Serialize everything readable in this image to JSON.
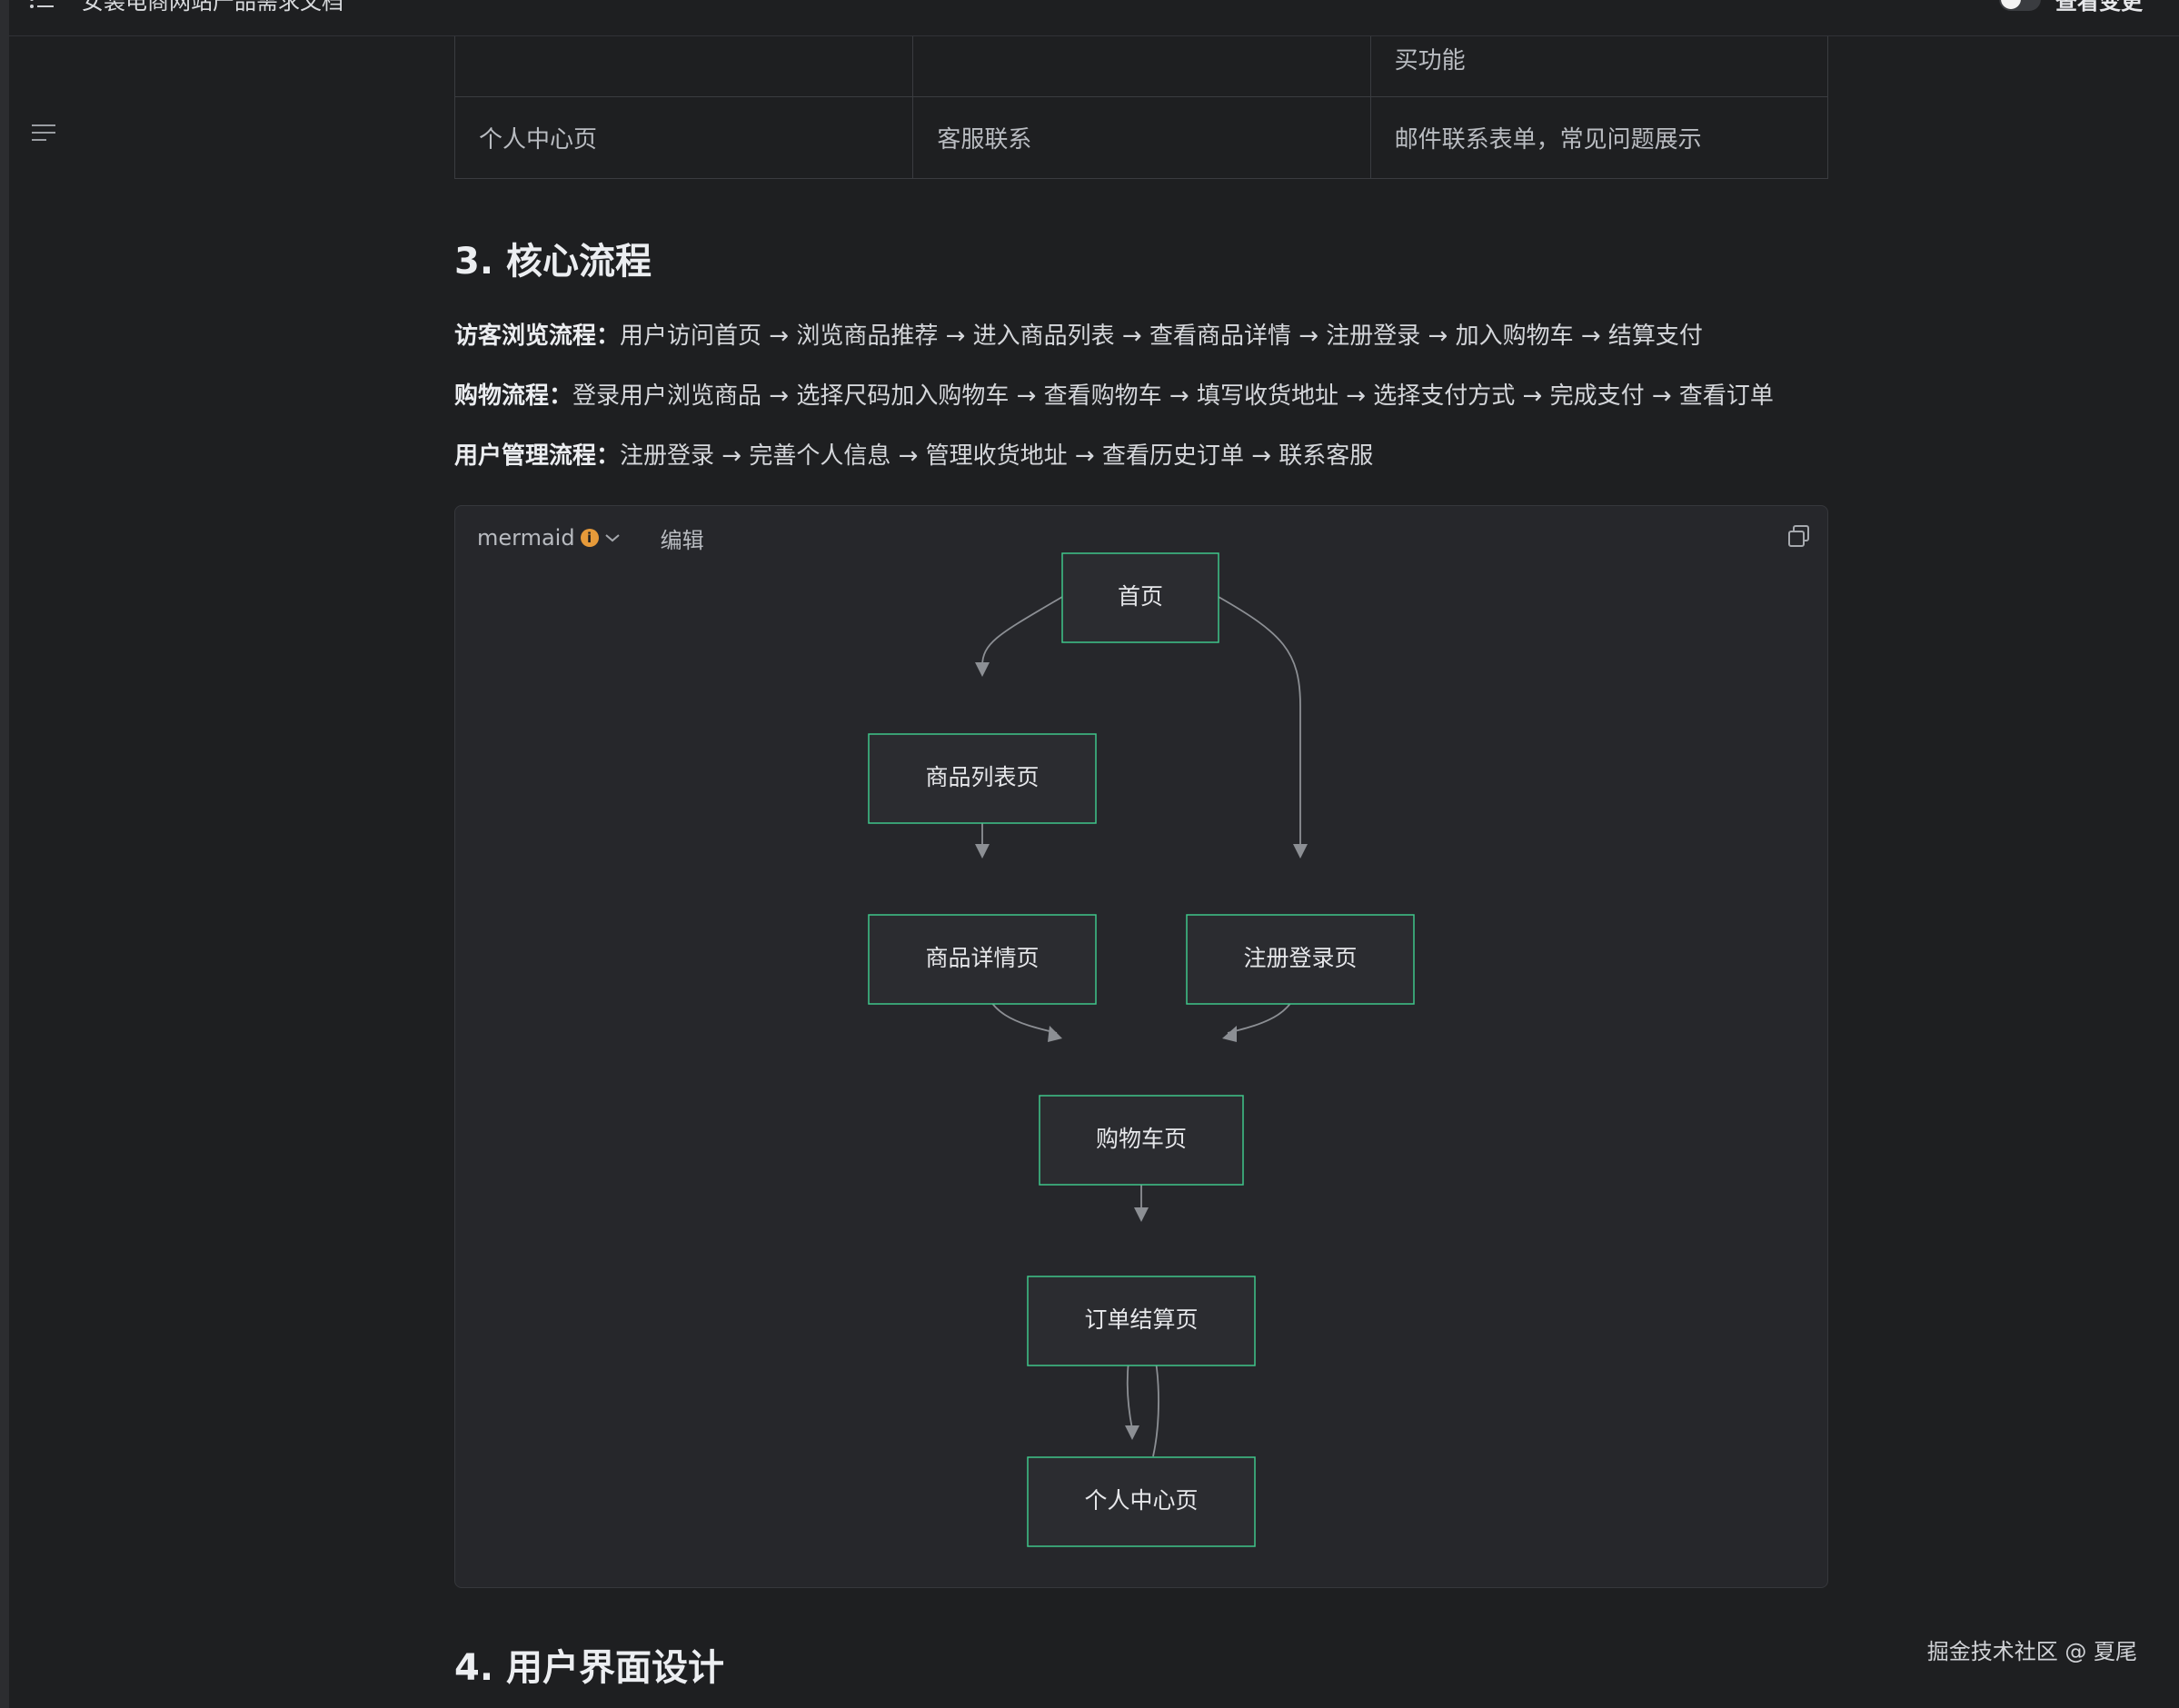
{
  "topbar": {
    "title": "女装电商网站产品需求文档",
    "changes_label": "查看变更"
  },
  "table": {
    "rows": [
      [
        "",
        "",
        "买功能"
      ],
      [
        "个人中心页",
        "客服联系",
        "邮件联系表单，常见问题展示"
      ]
    ]
  },
  "section3": {
    "heading": "3. 核心流程",
    "flows": [
      {
        "label": "访客浏览流程：",
        "text": "用户访问首页 → 浏览商品推荐 → 进入商品列表 → 查看商品详情 → 注册登录 → 加入购物车 → 结算支付"
      },
      {
        "label": "购物流程：",
        "text": "登录用户浏览商品 → 选择尺码加入购物车 → 查看购物车 → 填写收货地址 → 选择支付方式 → 完成支付 → 查看订单"
      },
      {
        "label": "用户管理流程：",
        "text": "注册登录 → 完善个人信息 → 管理收货地址 → 查看历史订单 → 联系客服"
      }
    ]
  },
  "code_block": {
    "language": "mermaid",
    "info_glyph": "i",
    "edit_label": "编辑",
    "icons": [
      "info-icon",
      "chevron-down-icon",
      "copy-icon"
    ]
  },
  "diagram": {
    "nodes": {
      "home": "首页",
      "list": "商品列表页",
      "detail": "商品详情页",
      "login": "注册登录页",
      "cart": "购物车页",
      "checkout": "订单结算页",
      "profile": "个人中心页"
    },
    "edges": [
      [
        "home",
        "list"
      ],
      [
        "home",
        "login"
      ],
      [
        "list",
        "detail"
      ],
      [
        "detail",
        "cart"
      ],
      [
        "login",
        "cart"
      ],
      [
        "cart",
        "checkout"
      ],
      [
        "checkout",
        "profile"
      ],
      [
        "profile",
        "checkout"
      ]
    ],
    "colors": {
      "node_border": "#3fc58a",
      "edge": "#8c8f94",
      "node_fill": "#2b2c30"
    }
  },
  "section4": {
    "heading": "4. 用户界面设计"
  },
  "watermark": "掘金技术社区 @ 夏尾"
}
